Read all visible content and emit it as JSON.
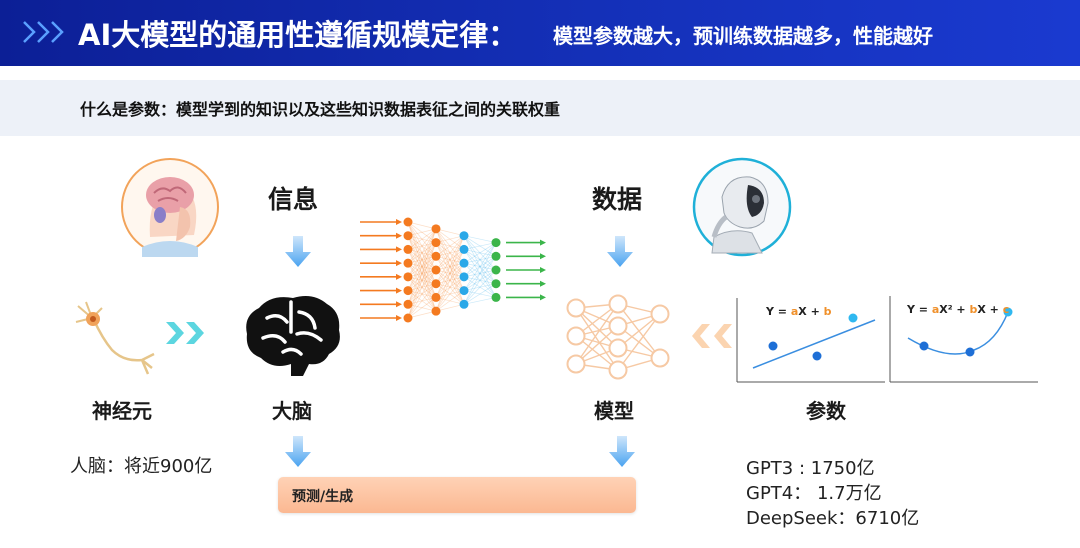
{
  "header": {
    "title": "AI大模型的通用性遵循规模定律：",
    "subtitle": "模型参数越大，预训练数据越多，性能越好"
  },
  "definition": "什么是参数：模型学到的知识以及这些知识数据表征之间的关联权重",
  "labels": {
    "info": "信息",
    "data": "数据",
    "neuron": "神经元",
    "brain": "大脑",
    "model": "模型",
    "params": "参数"
  },
  "brain_count": "人脑：将近900亿",
  "prediction": "预测/生成",
  "models": [
    {
      "text": "GPT3 : 1750亿"
    },
    {
      "text": "GPT4： 1.7万亿"
    },
    {
      "text": "DeepSeek：6710亿"
    }
  ],
  "equations": {
    "linear": {
      "prefix": "Y = ",
      "a": "a",
      "mid": "X + ",
      "b": "b"
    },
    "quadratic": {
      "prefix": "Y = ",
      "a": "a",
      "mid1": "X² + ",
      "b": "b",
      "mid2": "X + ",
      "c": "c"
    }
  },
  "colors": {
    "header": "#1430b8",
    "arrow_blue": "#4aa3f0",
    "cyan_chevron": "#5cd6e0",
    "peach_chevron": "#fbd4b0",
    "prediction_bar": "#fbb892",
    "orange_node": "#f47a20",
    "blue_node": "#2aa8e8",
    "green_node": "#3bb54a",
    "plot_point": "#1e6fd6"
  },
  "icons": [
    "chevron-right-icon",
    "brain-head-icon",
    "neuron-icon",
    "brain-icon",
    "neural-network-icon",
    "robot-head-icon",
    "model-network-icon",
    "linear-plot-icon",
    "curve-plot-icon",
    "down-arrow-icon"
  ]
}
